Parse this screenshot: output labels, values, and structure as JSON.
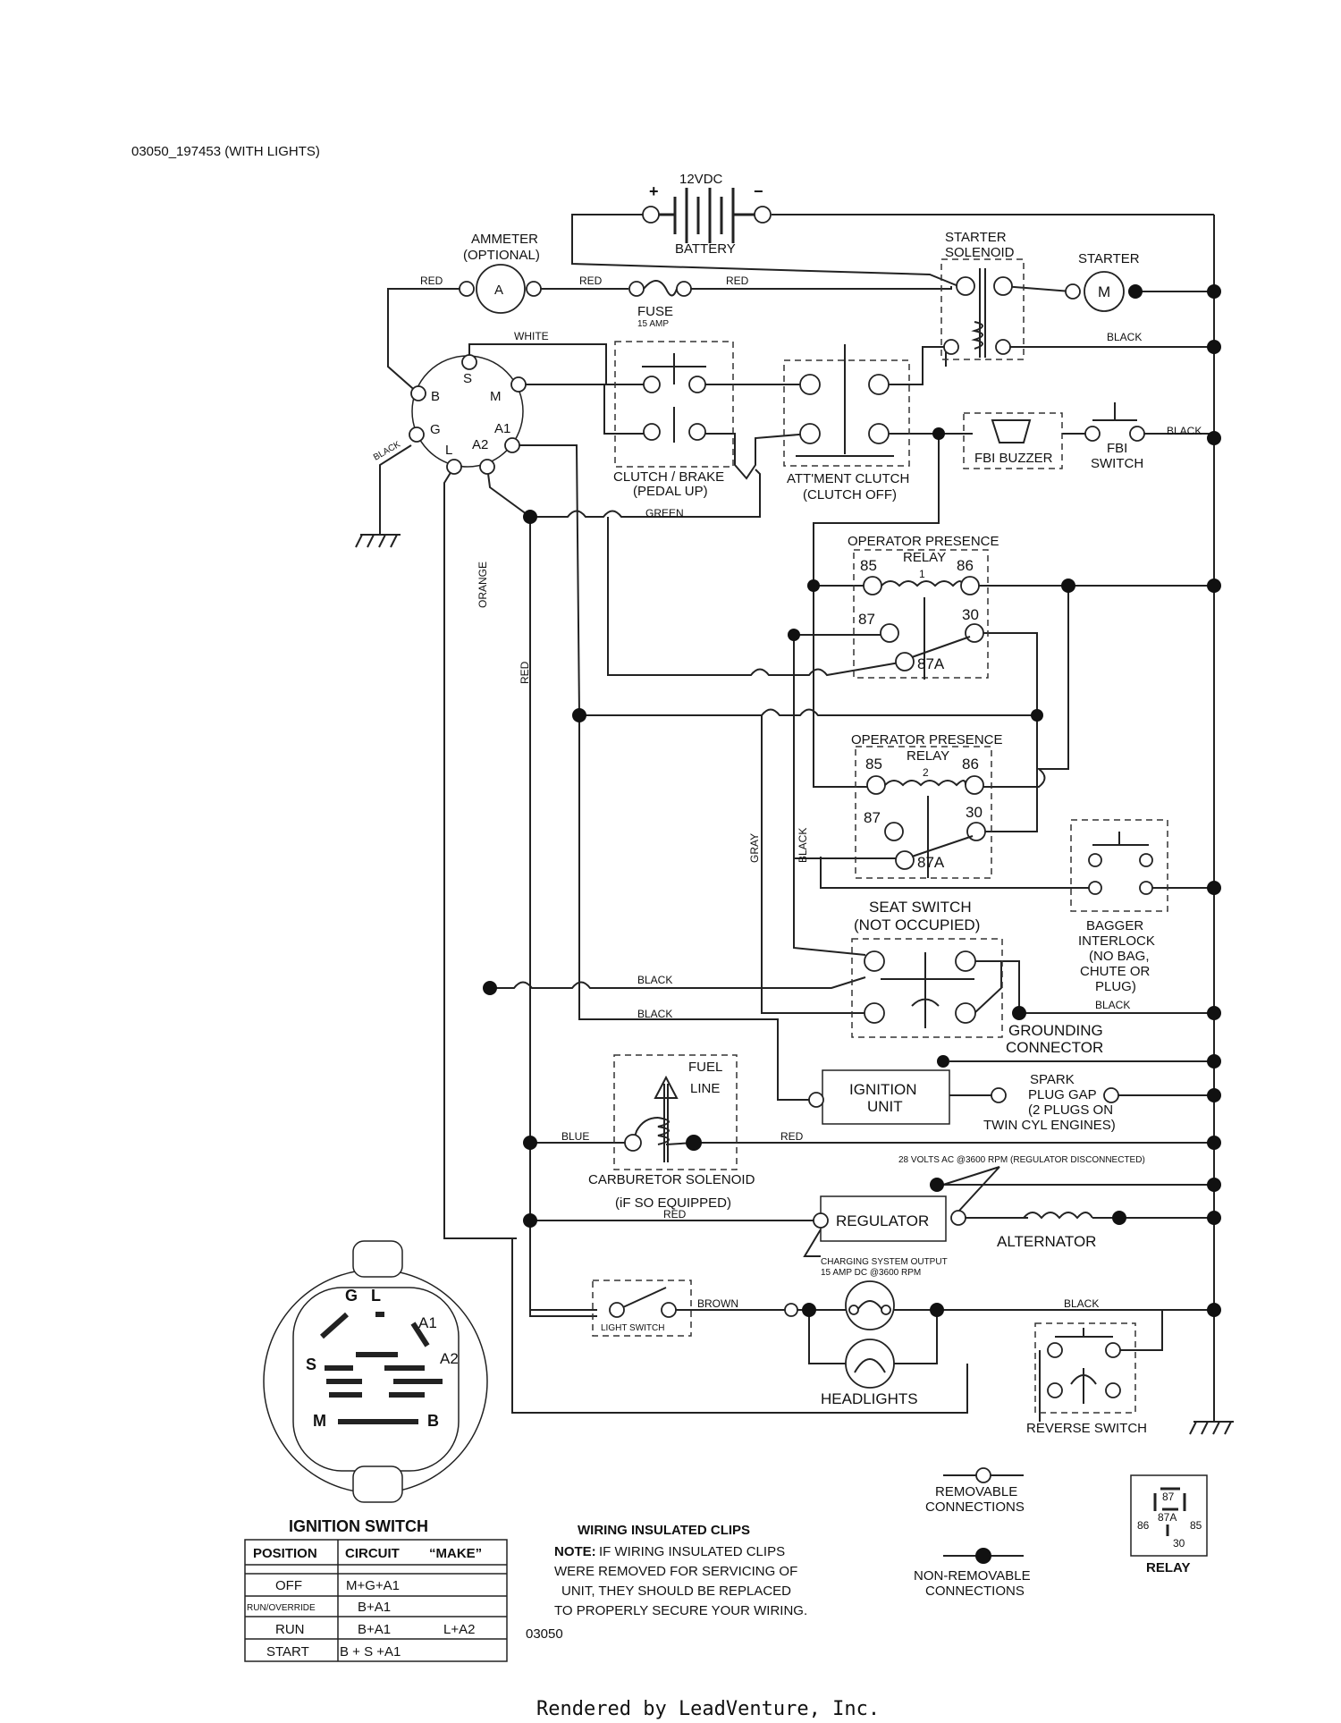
{
  "header": {
    "code": "03050_197453 (WITH LIGHTS)"
  },
  "battery": {
    "voltage": "12VDC",
    "plus": "+",
    "minus": "−",
    "label": "BATTERY"
  },
  "ammeter": {
    "label": "AMMETER",
    "sub": "(OPTIONAL)",
    "glyph": "A"
  },
  "fuse": {
    "label": "FUSE",
    "rating": "15 AMP"
  },
  "starter_solenoid": {
    "line1": "STARTER",
    "line2": "SOLENOID"
  },
  "starter": {
    "label": "STARTER",
    "glyph": "M"
  },
  "wires": {
    "red": "RED",
    "white": "WHITE",
    "black": "BLACK",
    "green": "GREEN",
    "orange": "ORANGE",
    "gray": "GRAY",
    "blue": "BLUE",
    "brown": "BROWN"
  },
  "ignition_terminals": [
    "B",
    "S",
    "M",
    "G",
    "A1",
    "L",
    "A2"
  ],
  "clutch_brake": {
    "line1": "CLUTCH / BRAKE",
    "line2": "(PEDAL UP)"
  },
  "attachment_clutch": {
    "line1": "ATT'MENT CLUTCH",
    "line2": "(CLUTCH OFF)"
  },
  "fbi_buzzer": {
    "label": "FBI BUZZER"
  },
  "fbi_switch": {
    "line1": "FBI",
    "line2": "SWITCH"
  },
  "relay1": {
    "line1": "OPERATOR PRESENCE",
    "line2": "RELAY",
    "num": "1",
    "p85": "85",
    "p86": "86",
    "p87": "87",
    "p30": "30",
    "p87a": "87A"
  },
  "relay2": {
    "line1": "OPERATOR PRESENCE",
    "line2": "RELAY",
    "num": "2",
    "p85": "85",
    "p86": "86",
    "p87": "87",
    "p30": "30",
    "p87a": "87A"
  },
  "bagger": {
    "lines": [
      "BAGGER",
      "INTERLOCK",
      "(NO BAG,",
      "CHUTE OR",
      "PLUG)"
    ]
  },
  "seat_switch": {
    "line1": "SEAT SWITCH",
    "line2": "(NOT OCCUPIED)"
  },
  "grounding": {
    "line1": "GROUNDING",
    "line2": "CONNECTOR"
  },
  "ignition_unit": {
    "line1": "IGNITION",
    "line2": "UNIT"
  },
  "spark_plug": {
    "lines": [
      "SPARK",
      "PLUG GAP",
      "(2 PLUGS ON",
      "TWIN CYL ENGINES)"
    ]
  },
  "fuel": {
    "line1": "FUEL",
    "line2": "LINE"
  },
  "carb": {
    "line1": "CARBURETOR SOLENOID",
    "line2": "(iF SO EQUIPPED)"
  },
  "ac_note": "28 VOLTS AC @3600 RPM (REGULATOR DISCONNECTED)",
  "regulator": {
    "label": "REGULATOR"
  },
  "charging": {
    "line1": "CHARGING SYSTEM OUTPUT",
    "line2": "15 AMP DC @3600 RPM"
  },
  "alternator": {
    "label": "ALTERNATOR"
  },
  "light_switch": {
    "label": "LIGHT SWITCH"
  },
  "headlights": {
    "label": "HEADLIGHTS"
  },
  "reverse_switch": {
    "label": "REVERSE SWITCH"
  },
  "ignition_switch": {
    "title": "IGNITION SWITCH",
    "pins": [
      "G",
      "L",
      "A1",
      "S",
      "A2",
      "M",
      "B"
    ],
    "table": {
      "headers": [
        "POSITION",
        "CIRCUIT",
        "“MAKE”"
      ],
      "rows": [
        {
          "position": "OFF",
          "circuit": "M+G+A1",
          "extra": ""
        },
        {
          "position": "RUN/OVERRIDE",
          "circuit": "B+A1",
          "extra": ""
        },
        {
          "position": "RUN",
          "circuit": "B+A1",
          "extra": "L+A2"
        },
        {
          "position": "START",
          "circuit": "B + S +A1",
          "extra": ""
        }
      ]
    }
  },
  "clips": {
    "title": "WIRING INSULATED CLIPS",
    "note_label": "NOTE:",
    "lines": [
      "IF WIRING INSULATED CLIPS",
      "WERE REMOVED FOR SERVICING OF",
      "UNIT, THEY SHOULD BE REPLACED",
      "TO PROPERLY SECURE YOUR WIRING."
    ]
  },
  "legend": {
    "removable": [
      "REMOVABLE",
      "CONNECTIONS"
    ],
    "non_removable": [
      "NON-REMOVABLE",
      "CONNECTIONS"
    ]
  },
  "relay_icon": {
    "label": "RELAY",
    "pins": [
      "87",
      "87A",
      "86",
      "85",
      "30"
    ]
  },
  "diagram_code": "03050",
  "footer": "Rendered by LeadVenture, Inc."
}
